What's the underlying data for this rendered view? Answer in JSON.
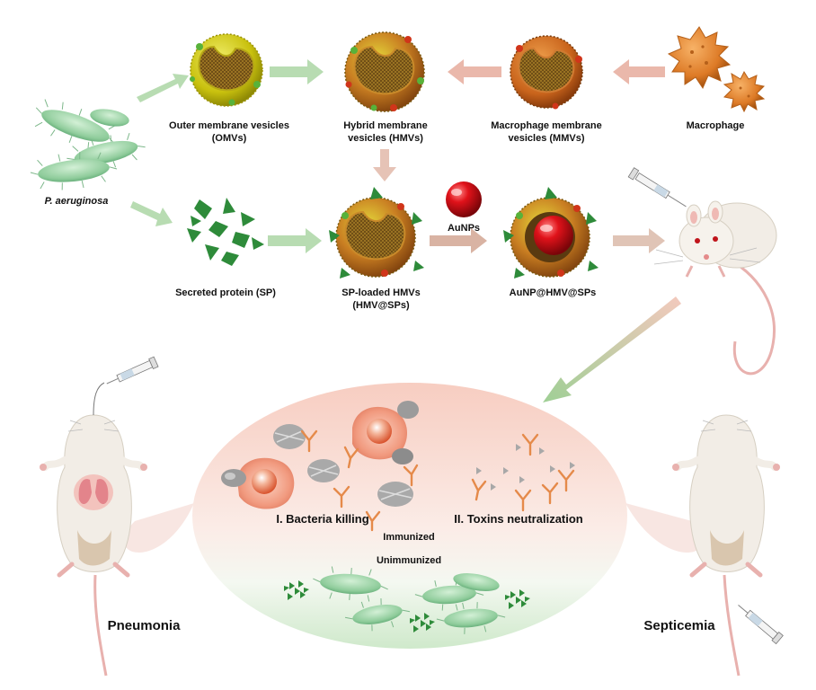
{
  "labels": {
    "omv": [
      "Outer membrane vesicles",
      "(OMVs)"
    ],
    "hmv": [
      "Hybrid membrane",
      "vesicles (HMVs)"
    ],
    "mmv": [
      "Macrophage membrane",
      "vesicles (MMVs)"
    ],
    "macrophage": "Macrophage",
    "p_aeruginosa": "P. aeruginosa",
    "sp": "Secreted protein (SP)",
    "sp_hmv": [
      "SP-loaded HMVs",
      "(HMV@SPs)"
    ],
    "aunps": "AuNPs",
    "final": "AuNP@HMV@SPs",
    "killing": "I. Bacteria killing",
    "toxins": "II. Toxins neutralization",
    "immunized": "Immunized",
    "unimmunized": "Unimmunized",
    "pneumonia": "Pneumonia",
    "septicemia": "Septicemia"
  },
  "colors": {
    "green_arrow": "#a9d6a3",
    "pink_arrow": "#e8b4a6",
    "vesicle_yellow": "#d9d21a",
    "vesicle_orange": "#d2762a",
    "macrophage": "#e58a2e",
    "bacteria": "#9fd3a8",
    "protein_green": "#2e8b3a",
    "gold_np": "#d9191e",
    "oval_top": "#f6c8bd",
    "oval_bottom": "#d9efd6"
  }
}
